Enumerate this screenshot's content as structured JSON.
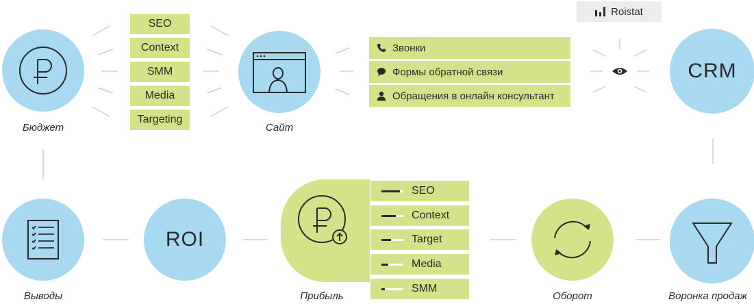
{
  "badge": {
    "icon": "bar-chart-icon",
    "text": "Roistat"
  },
  "nodes": {
    "budget": "Бюджет",
    "site": "Сайт",
    "conclusions": "Выводы",
    "profit": "Прибыль",
    "turnover": "Оборот",
    "funnel": "Воронка продаж",
    "crm": "CRM",
    "roi": "ROI"
  },
  "channels": [
    "SEO",
    "Context",
    "SMM",
    "Media",
    "Targeting"
  ],
  "contacts": [
    {
      "icon": "phone-icon",
      "label": "Звонки"
    },
    {
      "icon": "chat-bubble-icon",
      "label": "Формы обратной связи"
    },
    {
      "icon": "person-icon",
      "label": "Обращения  в онлайн консультант"
    }
  ],
  "profit_channels": [
    {
      "label": "SEO",
      "share": 0.85
    },
    {
      "label": "Context",
      "share": 0.65
    },
    {
      "label": "Target",
      "share": 0.45
    },
    {
      "label": "Media",
      "share": 0.3
    },
    {
      "label": "SMM",
      "share": 0.15
    }
  ],
  "colors": {
    "blue": "#a9d8f1",
    "green": "#d4e28a",
    "line": "#cfcfcf",
    "text": "#2a2a2a"
  }
}
